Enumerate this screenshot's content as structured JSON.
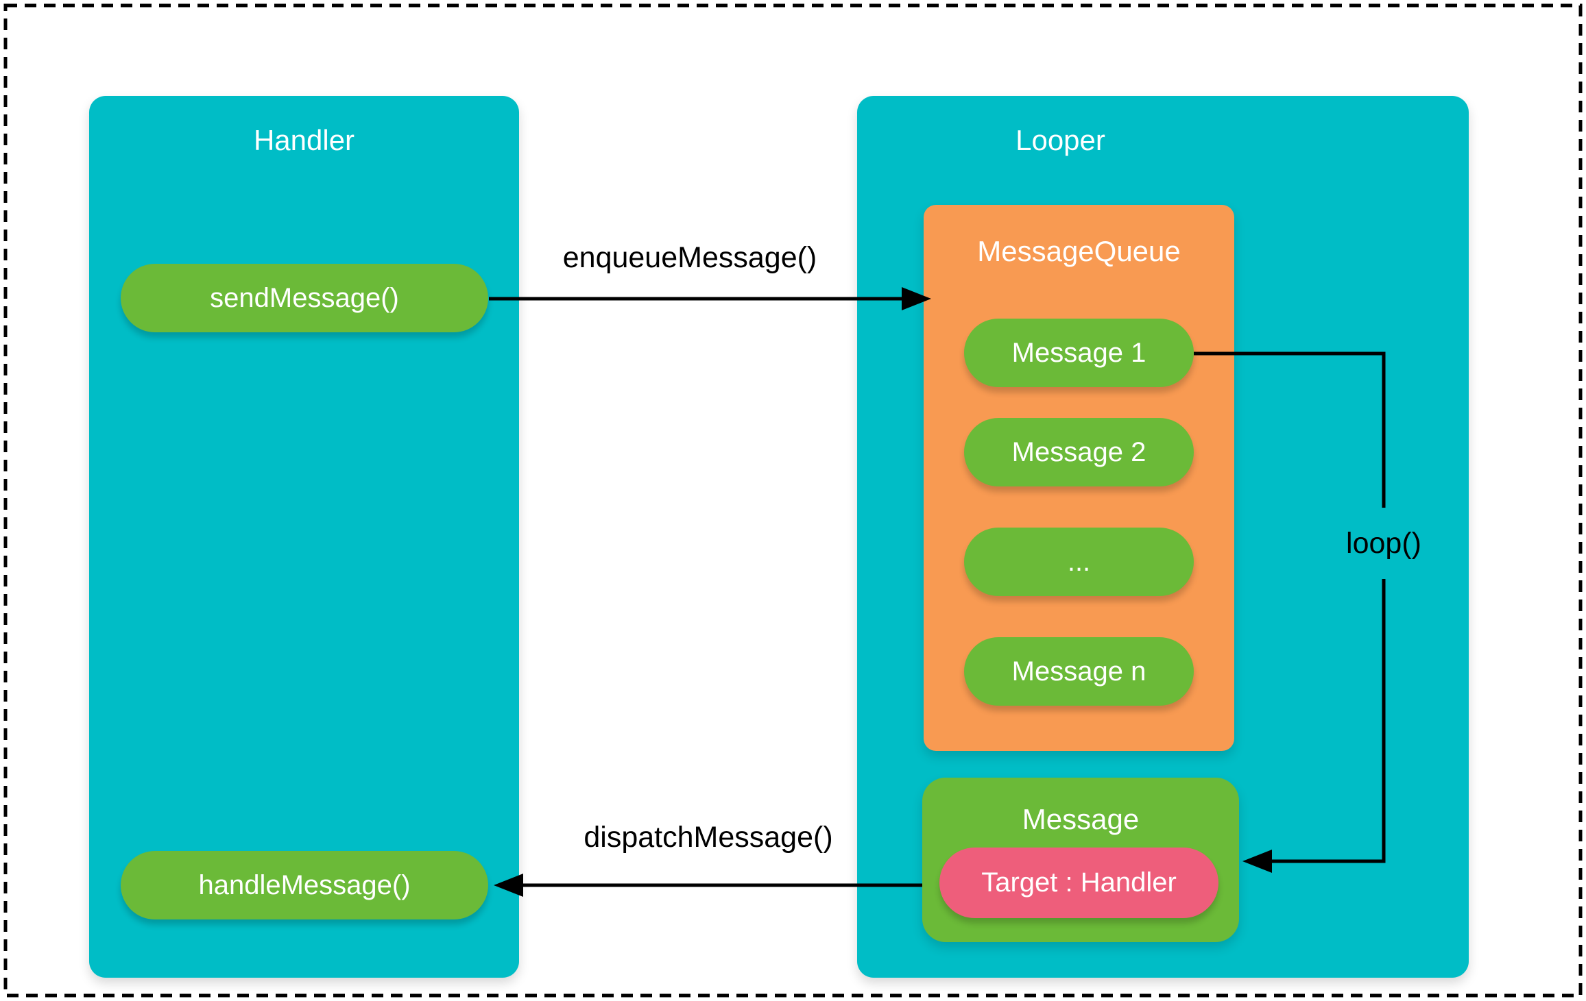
{
  "diagram": {
    "handler": {
      "title": "Handler",
      "send_message_label": "sendMessage()",
      "handle_message_label": "handleMessage()"
    },
    "looper": {
      "title": "Looper",
      "message_queue": {
        "title": "MessageQueue",
        "items": [
          "Message 1",
          "Message 2",
          "...",
          "Message n"
        ]
      },
      "message": {
        "title": "Message",
        "target_label": "Target : Handler"
      }
    },
    "labels": {
      "enqueue": "enqueueMessage()",
      "dispatch": "dispatchMessage()",
      "loop": "loop()"
    },
    "colors": {
      "teal": "#00BDC6",
      "green": "#6BBA38",
      "orange": "#F89A52",
      "pink": "#EE5E7B",
      "line": "#000000",
      "text_light": "#FFFFFF",
      "text_dark": "#000000",
      "background": "#FFFFFF"
    }
  }
}
